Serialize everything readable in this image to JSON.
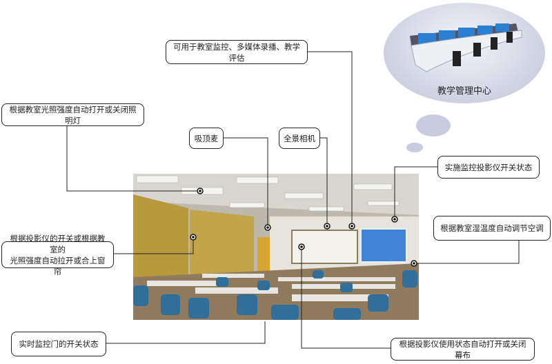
{
  "center": {
    "title": "教学管理中心"
  },
  "labels": {
    "monitor": "可用于教室监控、多媒体录播、教学评估",
    "lighting": "根据教室光照强度自动打开或关闭照明灯",
    "mic": "吸顶麦",
    "camera": "全景相机",
    "projector": "实施监控投影仪开关状态",
    "aircon": "根据教室湿温度自动调节空调",
    "curtain_line1": "根据投影仪的开关或根据教室的",
    "curtain_line2": "光照强度自动拉开或合上窗帘",
    "door": "实时监控门的开关状态",
    "screen": "根据投影仪使用状态自动打开或关闭幕布"
  }
}
